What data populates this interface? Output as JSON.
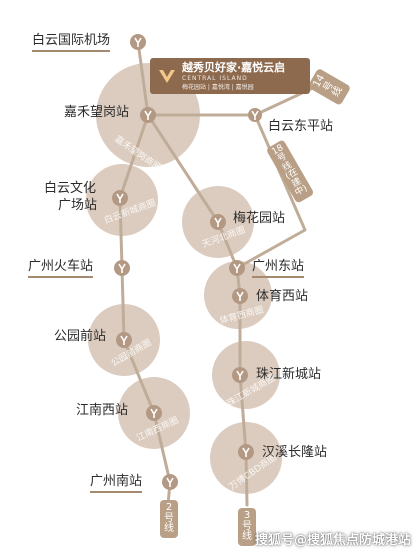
{
  "colors": {
    "line": "#c0ad99",
    "circle": "#dcccbf",
    "station_icon": "#b39983",
    "accent": "#a58a6f",
    "badge": "#8d6a4e"
  },
  "project": {
    "title": "越秀贝好家·嘉悦云启",
    "english": "CENTRAL ISLAND",
    "subtitle": "梅花园站 | 嘉悦湾 | 嘉悦园"
  },
  "stations": {
    "baiyun_airport": "白云国际机场",
    "jiahe": "嘉禾望岗站",
    "baiyun_dongping": "白云东平站",
    "baiyun_culture_1": "白云文化",
    "baiyun_culture_2": "广场站",
    "meihuayuan": "梅花园站",
    "guangzhou_railway": "广州火车站",
    "guangzhou_east": "广州东站",
    "tiyu_xi": "体育西站",
    "gongyuanqian": "公园前站",
    "zhujiang_newtown": "珠江新城站",
    "jiangnan_xi": "江南西站",
    "hanxi": "汉溪长隆站",
    "guangzhou_south": "广州南站"
  },
  "circles": {
    "jiahe": "嘉禾望岗商圈",
    "baiyun_newcity": "白云新城商圈",
    "meihua": "天河北商圈",
    "tiyu": "体育西商圈",
    "gongyuan": "公园前商圈",
    "zhujiang": "珠江新城商圈",
    "jiangnan": "江南西商圈",
    "wanbo": "万博CBD商圈"
  },
  "lines": {
    "line14": "14号线",
    "line18": "18号线(在建中)",
    "line2": "2号线",
    "line3": "3号线"
  },
  "watermark": "搜狐号@搜狐焦点防城港站"
}
